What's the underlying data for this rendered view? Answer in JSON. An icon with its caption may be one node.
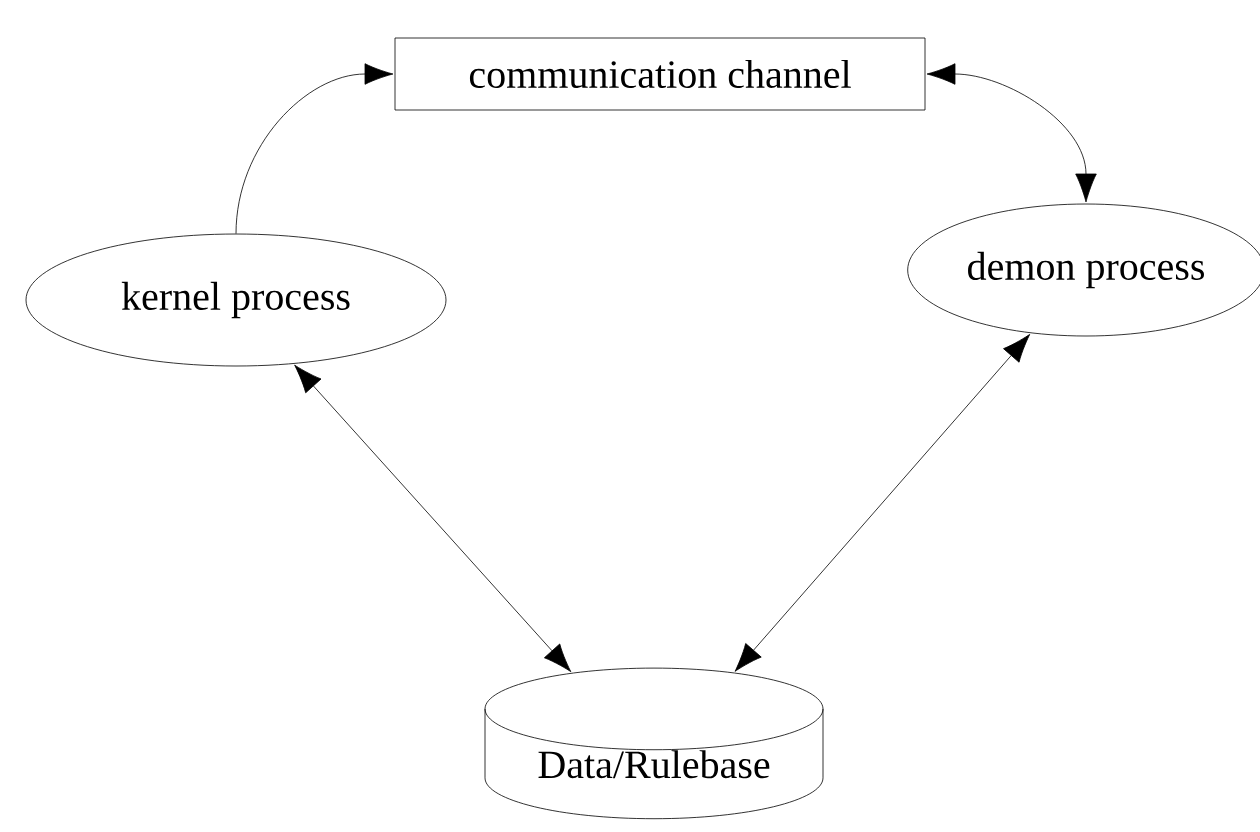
{
  "diagram": {
    "nodes": [
      {
        "text": [
          "communication channel"
        ]
      },
      {
        "text": [
          "kernel process"
        ]
      },
      {
        "text": [
          "demon process"
        ]
      },
      {
        "text": [
          "Data/Rulebase"
        ]
      }
    ],
    "edges": [
      {
        "from": 1,
        "to": 0,
        "arrow": "to"
      },
      {
        "from": 0,
        "to": 2,
        "arrow": "both"
      },
      {
        "from": 1,
        "to": 3,
        "arrow": "both"
      },
      {
        "from": 2,
        "to": 3,
        "arrow": "both"
      }
    ]
  }
}
